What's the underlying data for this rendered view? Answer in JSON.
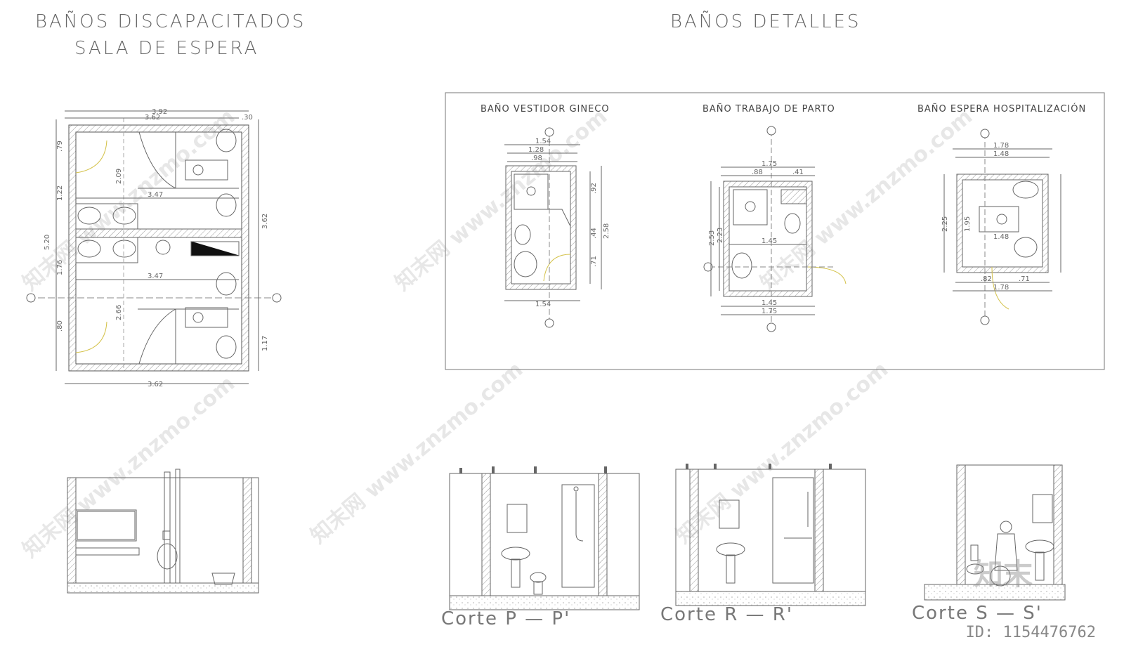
{
  "titles": {
    "left_line1": "BAÑOS DISCAPACITADOS",
    "left_line2": "SALA DE ESPERA",
    "right": "BAÑOS DETALLES"
  },
  "detail_labels": {
    "vestidor": "BAÑO VESTIDOR GINECO",
    "parto": "BAÑO TRABAJO DE PARTO",
    "espera": "BAÑO ESPERA HOSPITALIZACIÓN"
  },
  "sections": {
    "p": "Corte P — P'",
    "r": "Corte R — R'",
    "s": "Corte S — S'"
  },
  "plan_dims": {
    "top1": "3.92",
    "top2": "3.62",
    "top3": ".30",
    "bottom": "3.62",
    "mid1": "3.47",
    "mid2": "3.47",
    "left_total": "5.20",
    "left_a": ".79",
    "left_b": "1.22",
    "left_c": "1.76",
    "left_d": ".80",
    "right_a": "3.62",
    "right_b": "1.17",
    "inner_a": "2.09",
    "inner_b": "2.66"
  },
  "vestidor_dims": [
    "1.54",
    "1.28",
    ".98",
    ".92",
    ".44",
    ".71",
    "2.58",
    "1.54"
  ],
  "parto_dims": [
    "1.75",
    ".88",
    ".41",
    "2.53",
    "2.23",
    "1.45",
    "1.45",
    "1.75"
  ],
  "espera_dims": [
    "1.78",
    "1.48",
    "2.25",
    "1.95",
    "1.48",
    ".82",
    ".71",
    "1.78"
  ],
  "watermark": "知末网 www.znzmo.com",
  "logo": "知末",
  "id_label": "ID: 1154476762"
}
